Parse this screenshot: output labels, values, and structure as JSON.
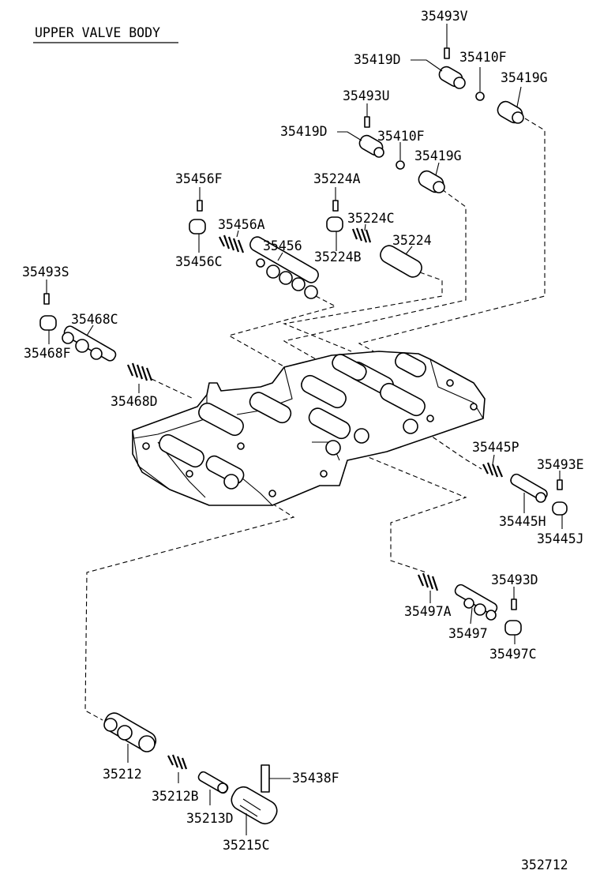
{
  "title": "UPPER VALVE BODY",
  "figure_number": "352712",
  "labels": {
    "p35493V": "35493V",
    "p35419D_a": "35419D",
    "p35410F_a": "35410F",
    "p35419G_a": "35419G",
    "p35493U": "35493U",
    "p35419D_b": "35419D",
    "p35410F_b": "35410F",
    "p35419G_b": "35419G",
    "p35456F": "35456F",
    "p35224A": "35224A",
    "p35224C": "35224C",
    "p35456A": "35456A",
    "p35456": "35456",
    "p35224": "35224",
    "p35456C": "35456C",
    "p35224B": "35224B",
    "p35493S": "35493S",
    "p35468C": "35468C",
    "p35468F": "35468F",
    "p35468D": "35468D",
    "p35445P": "35445P",
    "p35493E": "35493E",
    "p35445H": "35445H",
    "p35445J": "35445J",
    "p35493D": "35493D",
    "p35497A": "35497A",
    "p35497": "35497",
    "p35497C": "35497C",
    "p35212": "35212",
    "p35438F": "35438F",
    "p35212B": "35212B",
    "p35213D": "35213D",
    "p35215C": "35215C"
  }
}
